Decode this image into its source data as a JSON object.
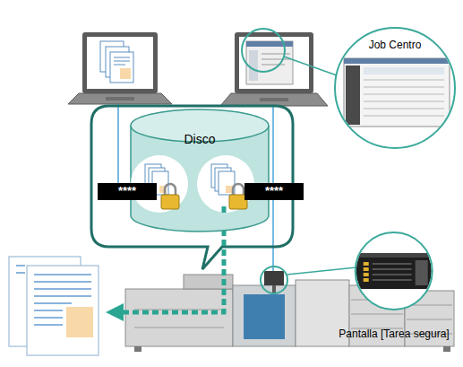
{
  "diagram": {
    "nodes": [
      {
        "text": [
          "Job Centro"
        ]
      },
      {
        "text": [
          "Disco"
        ]
      },
      {
        "text": [
          "****"
        ]
      },
      {
        "text": [
          "****"
        ]
      },
      {
        "text": [
          "Pantalla [Tarea segura]"
        ]
      }
    ]
  }
}
